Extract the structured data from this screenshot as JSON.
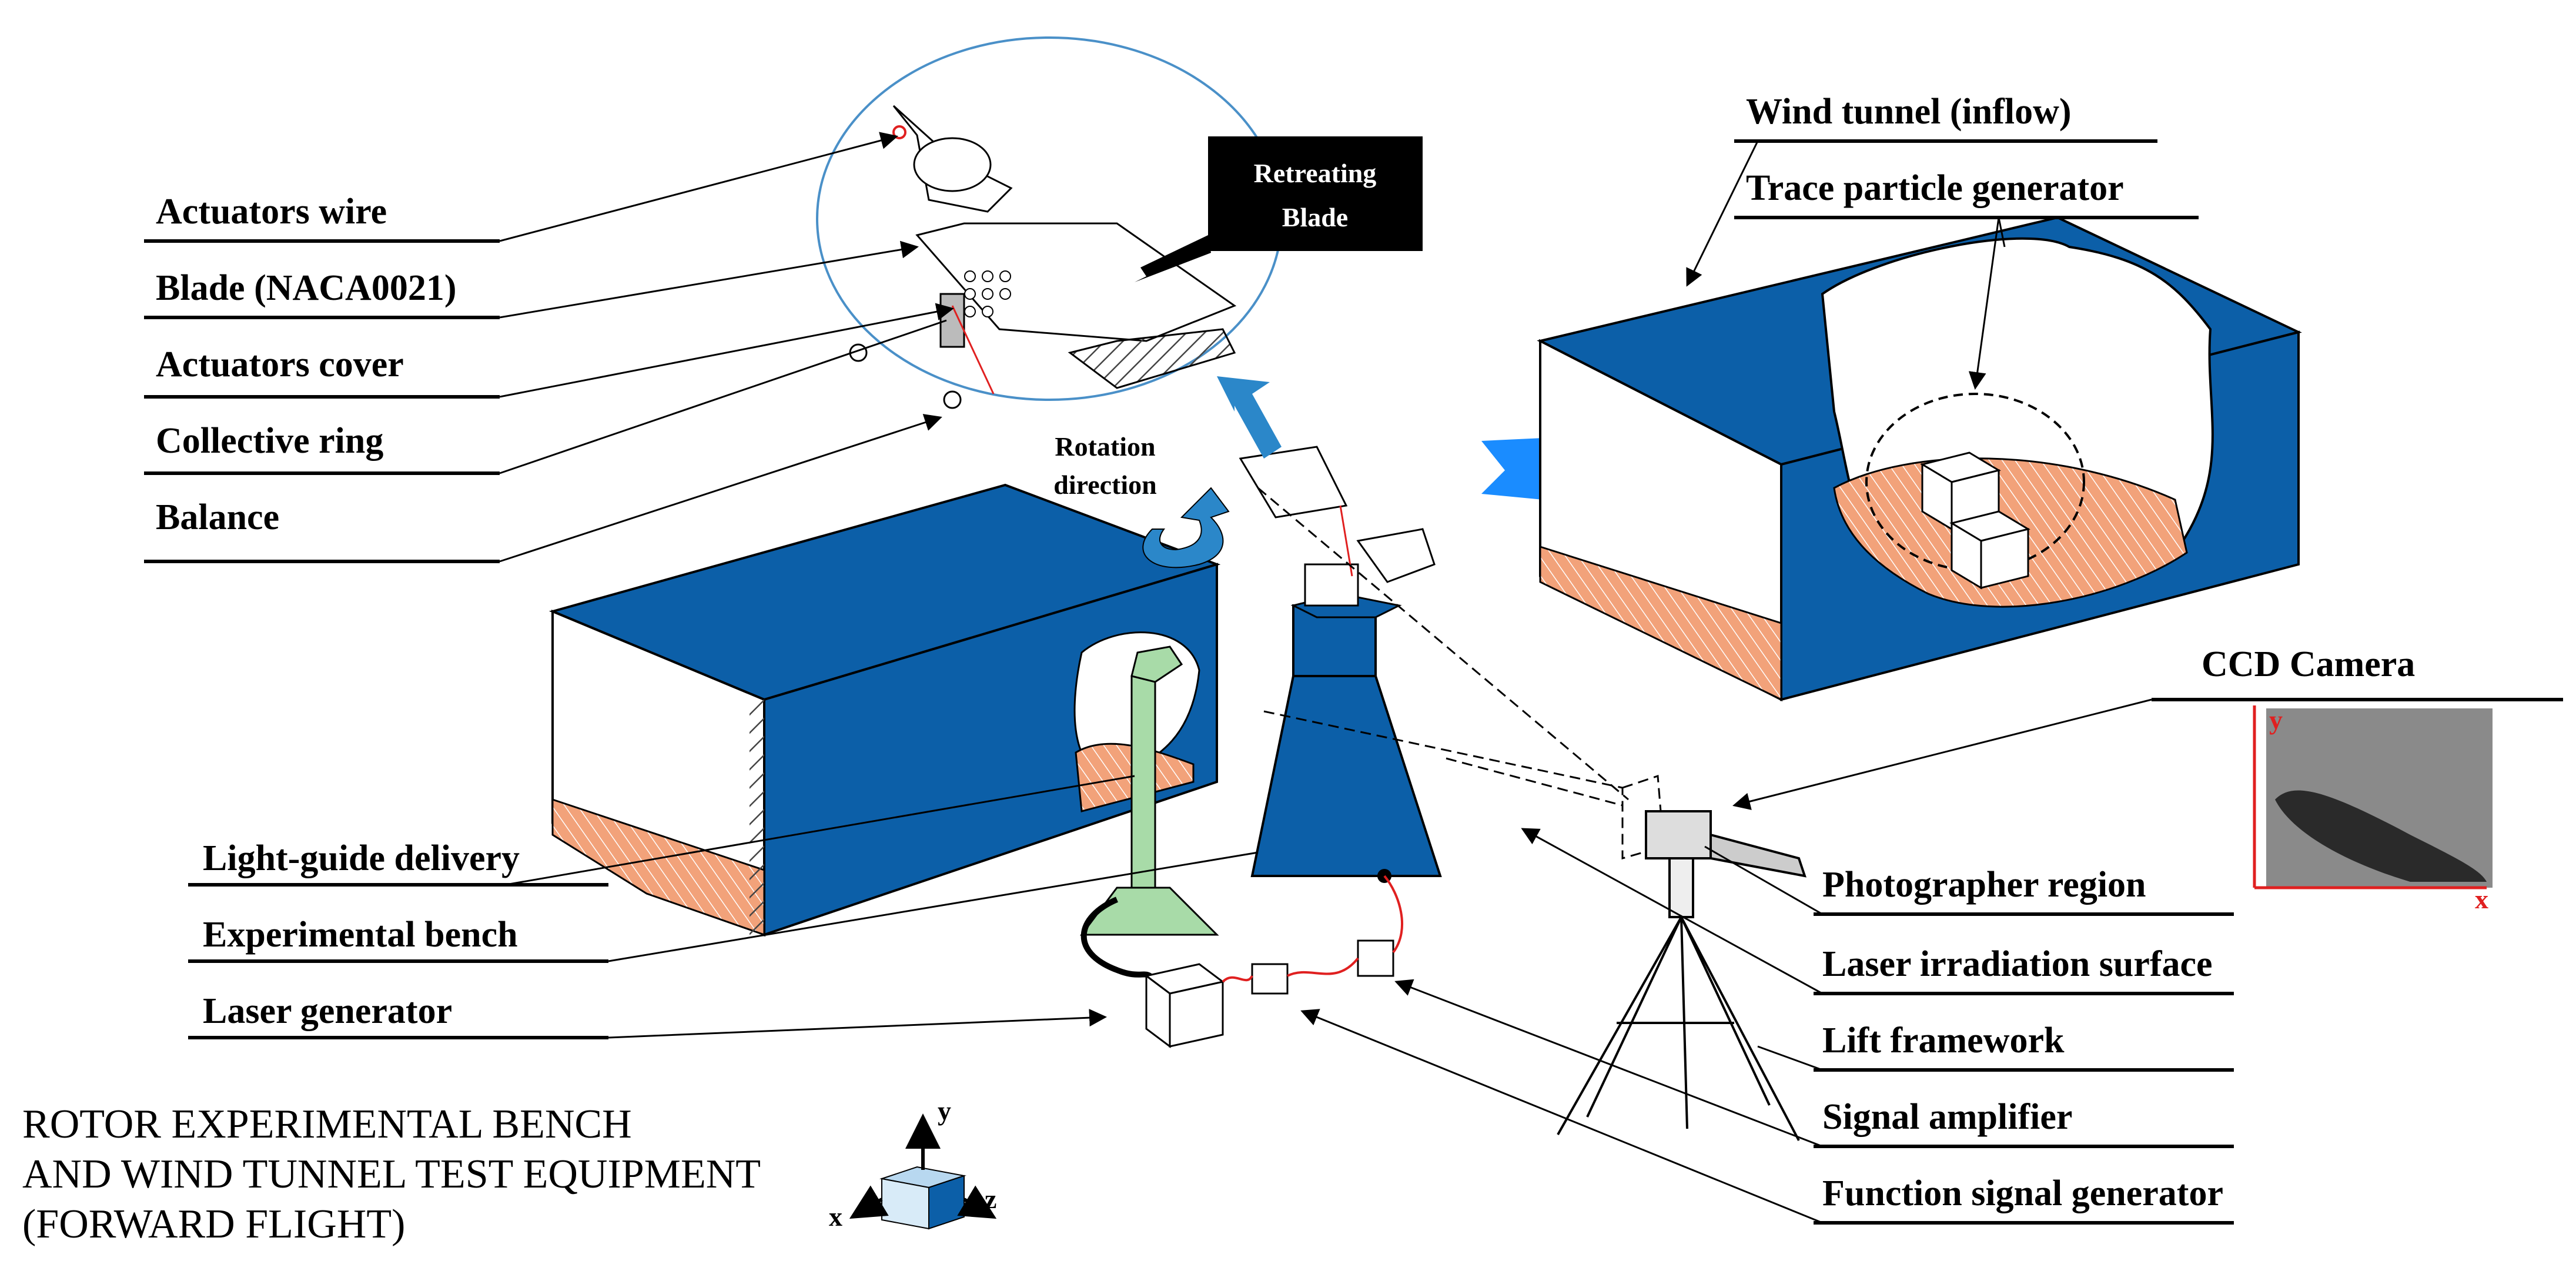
{
  "labels_left": [
    "Actuators wire",
    "Blade (NACA0021)",
    "Actuators cover",
    "Collective ring",
    "Balance"
  ],
  "labels_bottom_left": [
    "Light-guide delivery",
    "Experimental bench",
    "Laser generator"
  ],
  "labels_top_right": [
    "Wind tunnel (inflow)",
    "Trace particle generator"
  ],
  "camera_label": "CCD Camera",
  "labels_right": [
    "Photographer region",
    "Laser irradiation surface",
    "Lift framework",
    "Signal amplifier",
    "Function signal generator"
  ],
  "callout": {
    "line1": "Retreating",
    "line2": "Blade"
  },
  "rotation": {
    "line1": "Rotation",
    "line2": "direction"
  },
  "title_lines": [
    "ROTOR EXPERIMENTAL BENCH",
    "AND WIND TUNNEL TEST EQUIPMENT",
    "(FORWARD FLIGHT)"
  ],
  "axes": {
    "x": "x",
    "y": "y",
    "z": "z"
  },
  "inset_axes": {
    "x": "x",
    "y": "y"
  },
  "colors": {
    "tunnel_blue": "#0c5fa8",
    "floor_orange": "#f2a27a",
    "flow_arrow": "#1a8cff",
    "light_guide_green": "#a8dba8",
    "axis_red": "#e02020"
  }
}
